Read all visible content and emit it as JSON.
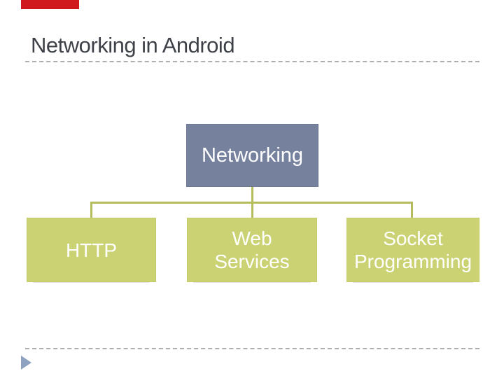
{
  "slide": {
    "title": "Networking in Android",
    "title_color": "#3e4248",
    "background_color": "#ffffff",
    "top_bar_color": "#d0191f",
    "dashed_rule_color": "#aeaeae",
    "footer_triangle_color": "#8ca2bf"
  },
  "diagram": {
    "type": "hierarchy",
    "root": {
      "label": "Networking",
      "fill": "#76819e",
      "text_color": "#ffffff"
    },
    "children": [
      {
        "label": "HTTP"
      },
      {
        "label": "Web\nServices"
      },
      {
        "label": "Socket\nProgramming"
      }
    ],
    "child_fill": "#cbd273",
    "child_text_color": "#ffffff",
    "connector_color": "#b4bc5c"
  }
}
